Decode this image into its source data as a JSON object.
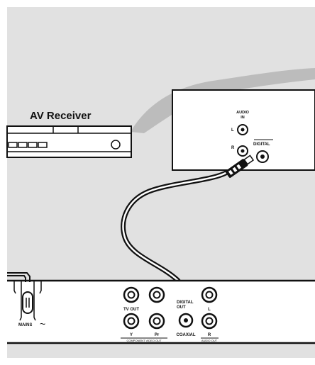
{
  "diagram": {
    "receiver_title": "AV Receiver",
    "receiver_panel": {
      "audio_in_line1": "AUDIO",
      "audio_in_line2": "IN",
      "left_channel": "L",
      "right_channel": "R",
      "digital": "DIGITAL"
    },
    "player_panel": {
      "mains": "MAINS",
      "mains_symbol": "~",
      "tv_out": "TV OUT",
      "y": "Y",
      "pr": "Pr",
      "component_video_out": "COMPONENT VIDEO OUT",
      "digital_out_line1": "DIGITAL",
      "digital_out_line2": "OUT",
      "coaxial": "COAXIAL",
      "audio_left": "L",
      "audio_right": "R",
      "audio_out": "AUDIO OUT"
    }
  },
  "colors": {
    "background_gray": "#e1e1e1",
    "panel_white": "#ffffff",
    "shadow_gray": "#bcbcbc",
    "line_black": "#111111"
  }
}
